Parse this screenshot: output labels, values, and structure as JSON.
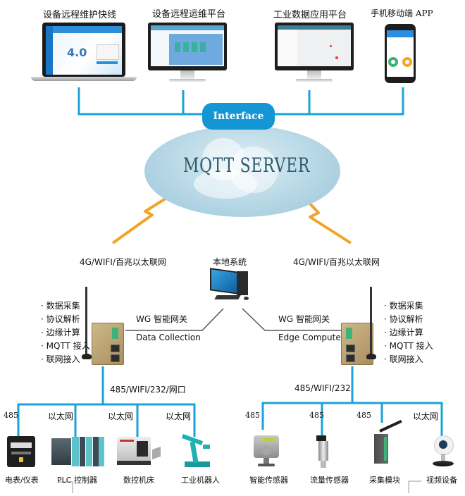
{
  "platforms": [
    {
      "label": "设备远程维护快线",
      "device": "laptop",
      "screen_text": "4.0"
    },
    {
      "label": "设备远程运维平台",
      "device": "monitor"
    },
    {
      "label": "工业数据应用平台",
      "device": "monitor"
    },
    {
      "label": "手机移动端 APP",
      "device": "phone"
    }
  ],
  "interface": {
    "label": "Interface"
  },
  "server": {
    "label": "MQTT SERVER"
  },
  "colors": {
    "bus": "#1aa3d9",
    "interface_bg": "#1596d4",
    "cloud": "#b9d8e6",
    "lightning": "#f0a526",
    "text_dark": "#2e5a6b"
  },
  "left_gateway": {
    "uplink": "4G/WIFI/百兆以太联网",
    "title": "WG 智能网关",
    "subtitle": "Data Collection",
    "features": [
      "数据采集",
      "协议解析",
      "边缘计算",
      "MQTT 接入",
      "联网接入"
    ],
    "downlink": "485/WIFI/232/网口",
    "devices": [
      {
        "protocol": "485",
        "name": "电表/仪表"
      },
      {
        "protocol": "以太网",
        "name": "PLC 控制器"
      },
      {
        "protocol": "以太网",
        "name": "数控机床"
      },
      {
        "protocol": "以太网",
        "name": "工业机器人"
      }
    ]
  },
  "local_system": {
    "label": "本地系统"
  },
  "right_gateway": {
    "uplink": "4G/WIFI/百兆以太联网",
    "title": "WG 智能网关",
    "subtitle": "Edge Compute",
    "features": [
      "数据采集",
      "协议解析",
      "边缘计算",
      "MQTT 接入",
      "联网接入"
    ],
    "downlink": "485/WIFI/232",
    "devices": [
      {
        "protocol": "485",
        "name": "智能传感器"
      },
      {
        "protocol": "485",
        "name": "流量传感器"
      },
      {
        "protocol": "485",
        "name": "采集模块"
      },
      {
        "protocol": "以太网",
        "name": "视频设备"
      }
    ]
  }
}
